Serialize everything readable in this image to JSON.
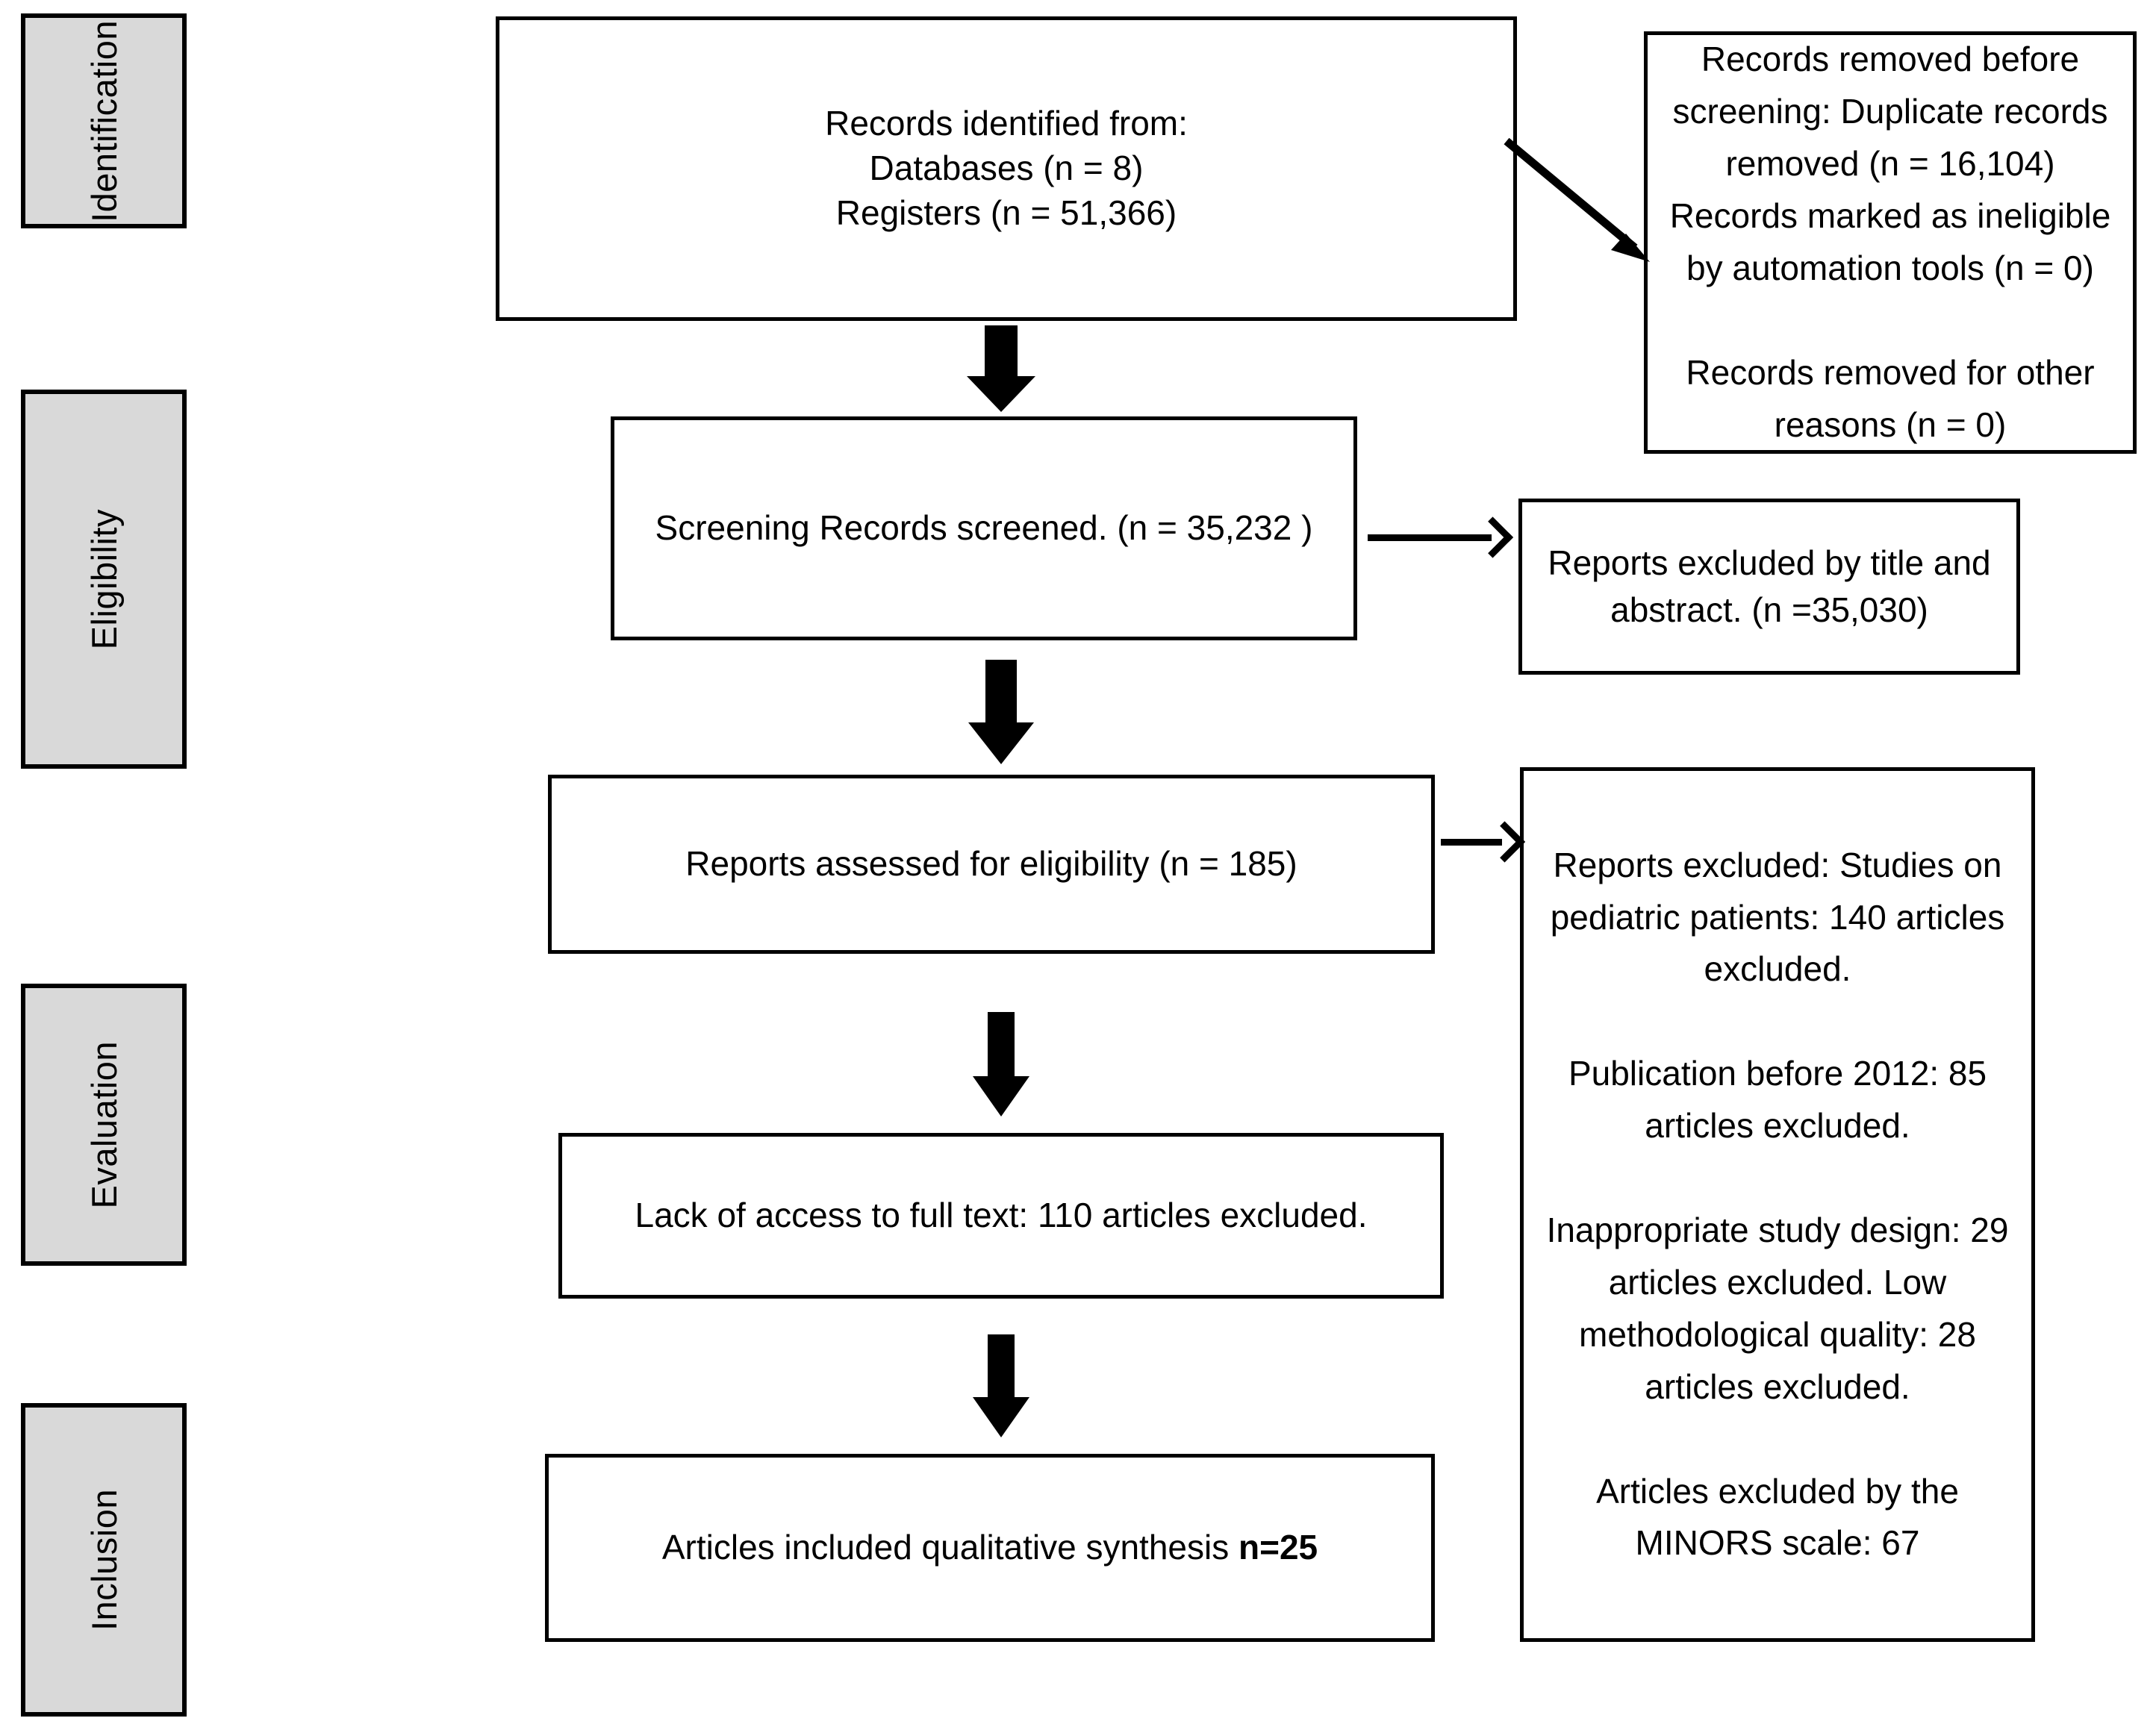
{
  "diagram": {
    "type": "prisma-flow-diagram",
    "stages": [
      {
        "id": "identification",
        "label": "Identification"
      },
      {
        "id": "eligibility",
        "label": "Eligibility"
      },
      {
        "id": "evaluation",
        "label": "Evaluation"
      },
      {
        "id": "inclusion",
        "label": "Inclusion"
      }
    ],
    "main_nodes": [
      {
        "id": "records-identified",
        "text": "Records identified from:\nDatabases (n = 8)\nRegisters (n = 51,366)"
      },
      {
        "id": "records-screened",
        "text": "Screening Records screened. (n = 35,232 )"
      },
      {
        "id": "reports-assessed",
        "text": "Reports assessed for eligibility (n = 185)"
      },
      {
        "id": "lack-of-access",
        "text": "Lack of access to full text: 110 articles excluded."
      },
      {
        "id": "articles-included",
        "text_before_bold": "Articles included qualitative synthesis ",
        "text_bold": "n=25"
      }
    ],
    "side_nodes": [
      {
        "id": "records-removed-before-screening",
        "text": "Records removed before screening: Duplicate records removed (n = 16,104)\nRecords marked as ineligible by automation tools (n = 0)\n\nRecords removed for other reasons (n = 0)"
      },
      {
        "id": "reports-excluded-title-abstract",
        "text": "Reports excluded by title and abstract. (n =35,030)"
      },
      {
        "id": "reports-excluded-reasons",
        "text": "Reports excluded: Studies on pediatric patients: 140 articles excluded.\n\nPublication before 2012: 85 articles excluded.\n\nInappropriate study design: 29 articles excluded. Low methodological quality: 28 articles excluded.\n\nArticles excluded by the MINORS scale: 67"
      }
    ],
    "connectors": [
      {
        "id": "identified-to-removed",
        "kind": "diagonal-arrow-down-right"
      },
      {
        "id": "identified-to-screened",
        "kind": "block-arrow-down"
      },
      {
        "id": "screened-to-excluded",
        "kind": "line-arrow-right"
      },
      {
        "id": "screened-to-assessed",
        "kind": "block-arrow-down"
      },
      {
        "id": "assessed-to-excluded",
        "kind": "line-arrow-right"
      },
      {
        "id": "assessed-to-lack",
        "kind": "block-arrow-down"
      },
      {
        "id": "lack-to-included",
        "kind": "block-arrow-down"
      }
    ],
    "colors": {
      "stage_fill": "#d9d9d9",
      "box_fill": "#ffffff",
      "stroke": "#000000",
      "text": "#000000"
    }
  }
}
